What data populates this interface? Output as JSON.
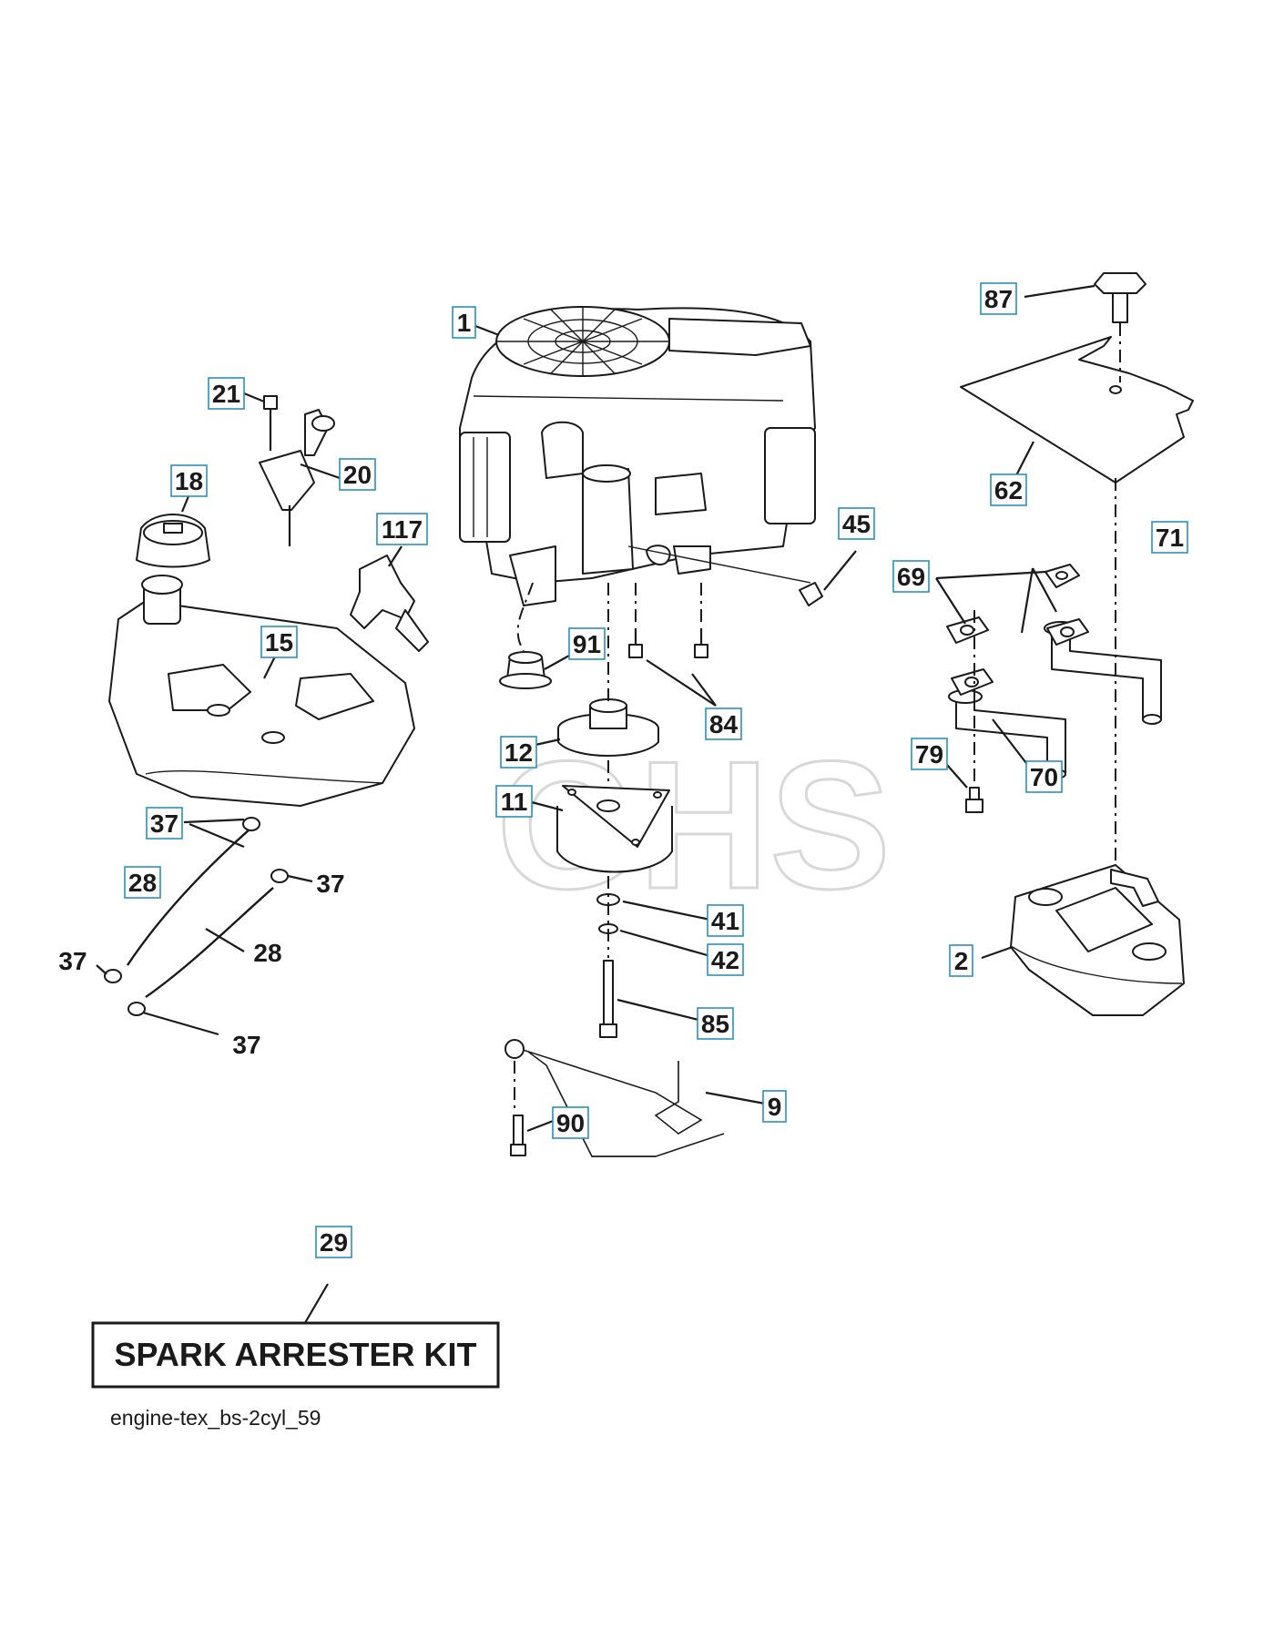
{
  "callouts": {
    "c1": "1",
    "c2": "2",
    "c9": "9",
    "c11": "11",
    "c12": "12",
    "c15": "15",
    "c18": "18",
    "c20": "20",
    "c21": "21",
    "c28a": "28",
    "c28b": "28",
    "c29": "29",
    "c37a": "37",
    "c37b": "37",
    "c37c": "37",
    "c37d": "37",
    "c41": "41",
    "c42": "42",
    "c45": "45",
    "c62": "62",
    "c69": "69",
    "c70": "70",
    "c71": "71",
    "c79": "79",
    "c84": "84",
    "c85": "85",
    "c87": "87",
    "c90": "90",
    "c91": "91",
    "c117": "117"
  },
  "kit_label": "SPARK ARRESTER KIT",
  "diagram_ref": "engine-tex_bs-2cyl_59",
  "watermark": "GHS",
  "colors": {
    "callout_border": "#2c8fb8",
    "line": "#1a1a1a",
    "watermark": "#d8d8d8"
  }
}
